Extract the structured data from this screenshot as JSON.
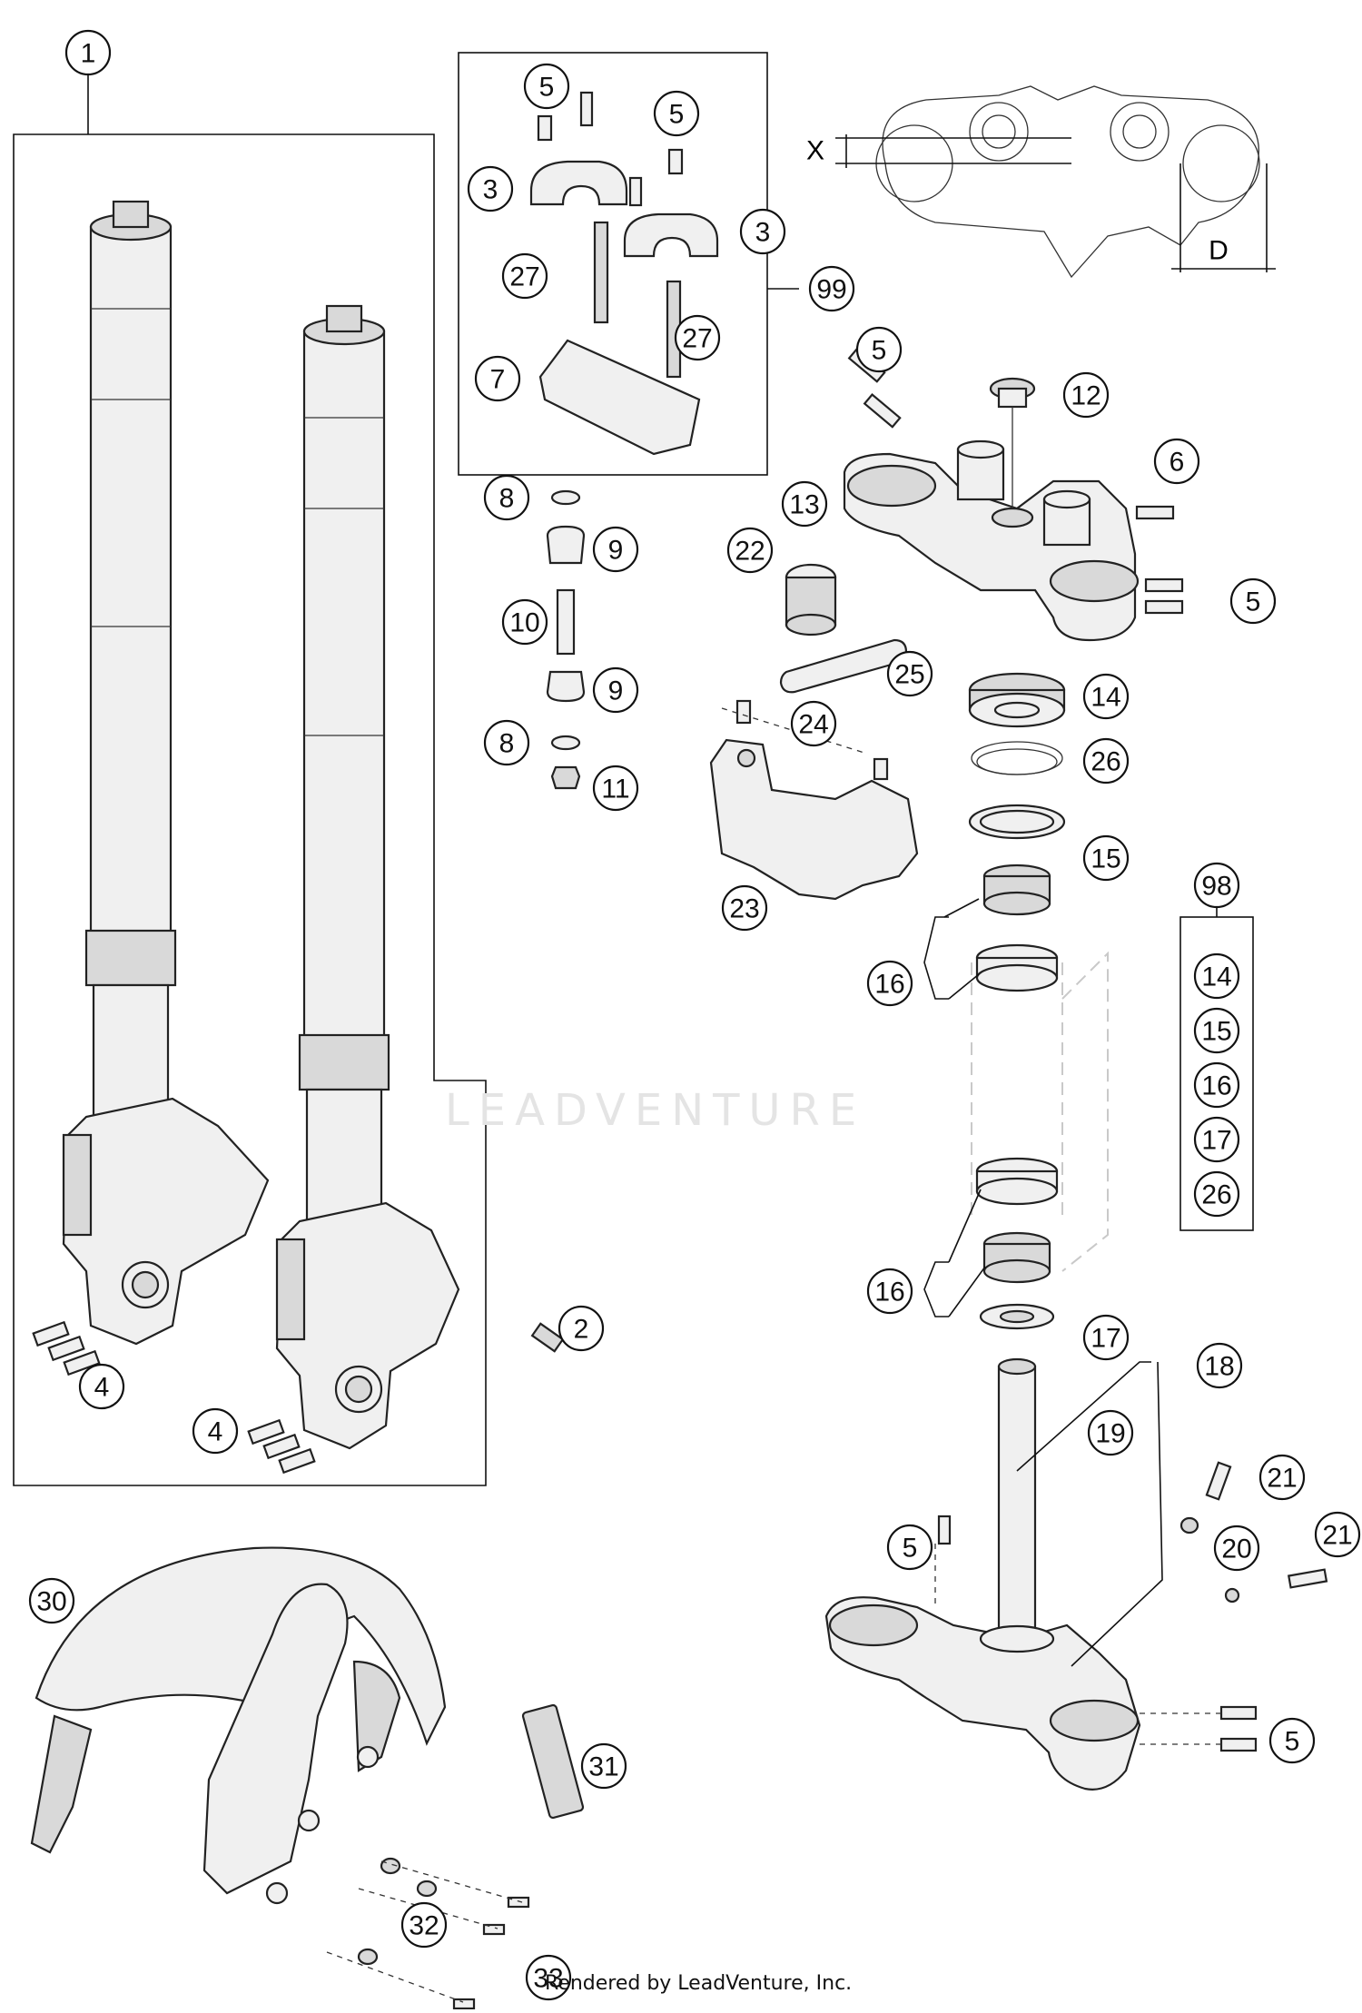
{
  "diagram": {
    "callouts": [
      "1",
      "2",
      "3",
      "3",
      "4",
      "4",
      "5",
      "5",
      "5",
      "6",
      "5",
      "5",
      "5",
      "7",
      "8",
      "8",
      "9",
      "9",
      "10",
      "11",
      "12",
      "13",
      "14",
      "15",
      "16",
      "16",
      "17",
      "18",
      "19",
      "20",
      "21",
      "21",
      "22",
      "23",
      "24",
      "25",
      "26",
      "27",
      "27",
      "30",
      "31",
      "32",
      "33",
      "99",
      "98"
    ],
    "kit_98_items": [
      "14",
      "15",
      "16",
      "17",
      "26"
    ],
    "dimension_labels": {
      "x": "X",
      "d": "D"
    },
    "watermark": "LEADVENTURE",
    "credit": "Rendered by LeadVenture, Inc."
  }
}
